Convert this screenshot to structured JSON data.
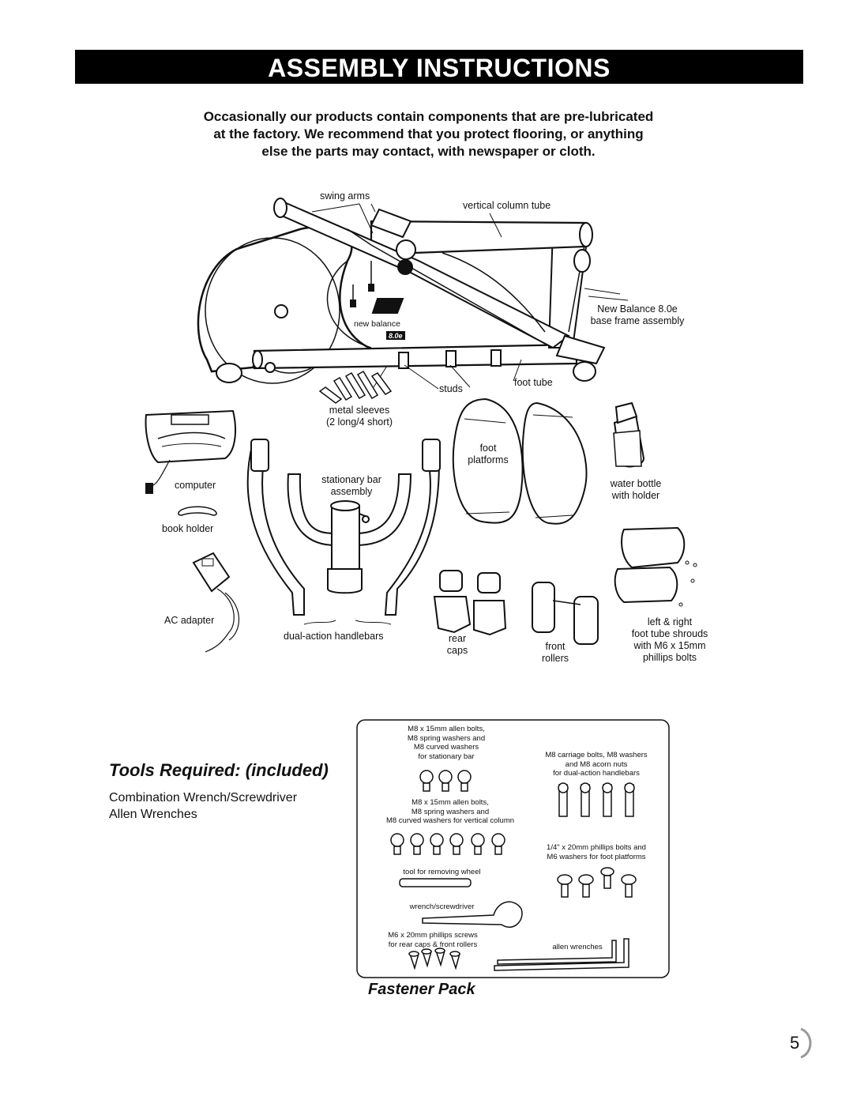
{
  "header": {
    "title": "ASSEMBLY INSTRUCTIONS"
  },
  "intro": {
    "line1": "Occasionally our products contain components that are pre-lubricated",
    "line2": "at the factory. We recommend that you protect flooring, or anything",
    "line3": "else the parts may contact, with newspaper or cloth."
  },
  "parts": {
    "swing_arms": "swing arms",
    "vertical_column_tube": "vertical column tube",
    "base_frame_line1": "New Balance 8.0e",
    "base_frame_line2": "base frame assembly",
    "logo_text": "new balance",
    "logo_badge": "8.0e",
    "studs": "studs",
    "foot_tube": "foot tube",
    "metal_sleeves_line1": "metal sleeves",
    "metal_sleeves_line2": "(2 long/4 short)",
    "foot_platforms_line1": "foot",
    "foot_platforms_line2": "platforms",
    "computer": "computer",
    "stationary_bar_line1": "stationary bar",
    "stationary_bar_line2": "assembly",
    "water_bottle_line1": "water bottle",
    "water_bottle_line2": "with holder",
    "book_holder": "book holder",
    "ac_adapter": "AC adapter",
    "handlebars": "dual-action handlebars",
    "rear_caps_line1": "rear",
    "rear_caps_line2": "caps",
    "front_rollers_line1": "front",
    "front_rollers_line2": "rollers",
    "shrouds_line1": "left & right",
    "shrouds_line2": "foot tube shrouds",
    "shrouds_line3": "with M6 x 15mm",
    "shrouds_line4": "phillips bolts"
  },
  "tools": {
    "title": "Tools Required: (included)",
    "item1": "Combination Wrench/Screwdriver",
    "item2": "Allen Wrenches"
  },
  "fastener_pack": {
    "title": "Fastener Pack",
    "group1_line1": "M8 x 15mm allen bolts,",
    "group1_line2": "M8 spring washers and",
    "group1_line3": "M8 curved washers",
    "group1_line4": "for stationary bar",
    "group2_line1": "M8 x 15mm allen bolts,",
    "group2_line2": "M8 spring washers and",
    "group2_line3": "M8 curved washers for vertical column",
    "group3_line1": "M8 carriage bolts, M8 washers",
    "group3_line2": "and M8 acorn nuts",
    "group3_line3": "for dual-action handlebars",
    "group4_line1": "1/4\" x 20mm phillips bolts and",
    "group4_line2": "M6 washers for foot platforms",
    "tool_wheel": "tool for removing wheel",
    "wrench_screwdriver": "wrench/screwdriver",
    "group5_line1": "M6 x 20mm phillips screws",
    "group5_line2": "for rear caps & front rollers",
    "allen_wrenches": "allen wrenches"
  },
  "page_number": "5"
}
